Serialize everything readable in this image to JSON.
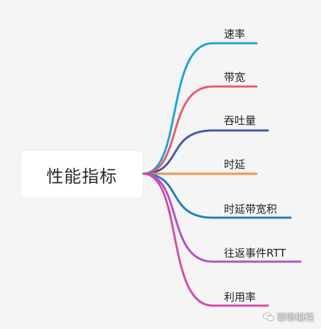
{
  "root": {
    "label": "性能指标"
  },
  "branches": [
    {
      "label": "速率",
      "color": "#1aa6e0"
    },
    {
      "label": "带宽",
      "color": "#ec5a6b"
    },
    {
      "label": "吞吐量",
      "color": "#4457b8"
    },
    {
      "label": "时延",
      "color": "#f0953f"
    },
    {
      "label": "时延带宽积",
      "color": "#1f7fc0"
    },
    {
      "label": "往返事件RTT",
      "color": "#b551c9"
    },
    {
      "label": "利用率",
      "color": "#d84aa8"
    }
  ],
  "watermark": {
    "text": "聊聊编程"
  }
}
